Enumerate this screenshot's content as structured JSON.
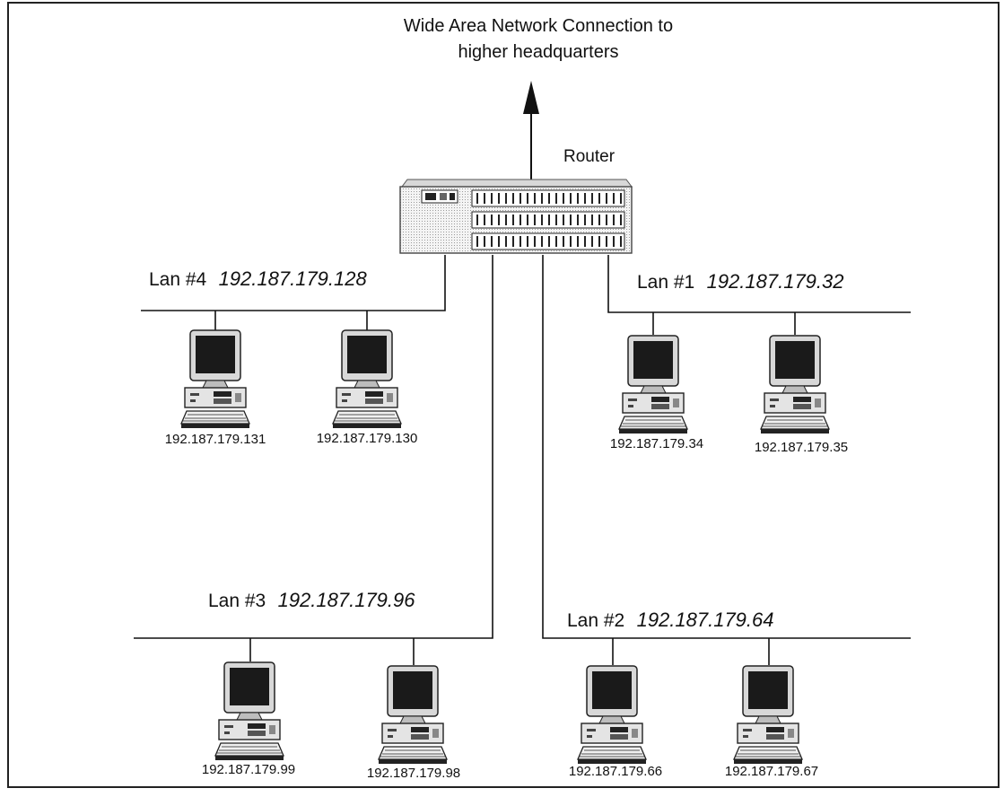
{
  "wan": {
    "line1": "Wide Area Network Connection to",
    "line2": "higher headquarters"
  },
  "router": {
    "label": "Router"
  },
  "lans": [
    {
      "name": "Lan #4",
      "address": "192.187.179.128",
      "hosts": [
        "192.187.179.131",
        "192.187.179.130"
      ]
    },
    {
      "name": "Lan #1",
      "address": "192.187.179.32",
      "hosts": [
        "192.187.179.34",
        "192.187.179.35"
      ]
    },
    {
      "name": "Lan #3",
      "address": "192.187.179.96",
      "hosts": [
        "192.187.179.99",
        "192.187.179.98"
      ]
    },
    {
      "name": "Lan #2",
      "address": "192.187.179.64",
      "hosts": [
        "192.187.179.66",
        "192.187.179.67"
      ]
    }
  ],
  "colors": {
    "line": "#111111",
    "frame": "#222222"
  },
  "icons": {
    "router": "router-icon",
    "computer": "computer-icon",
    "arrow": "arrow-up-icon"
  }
}
